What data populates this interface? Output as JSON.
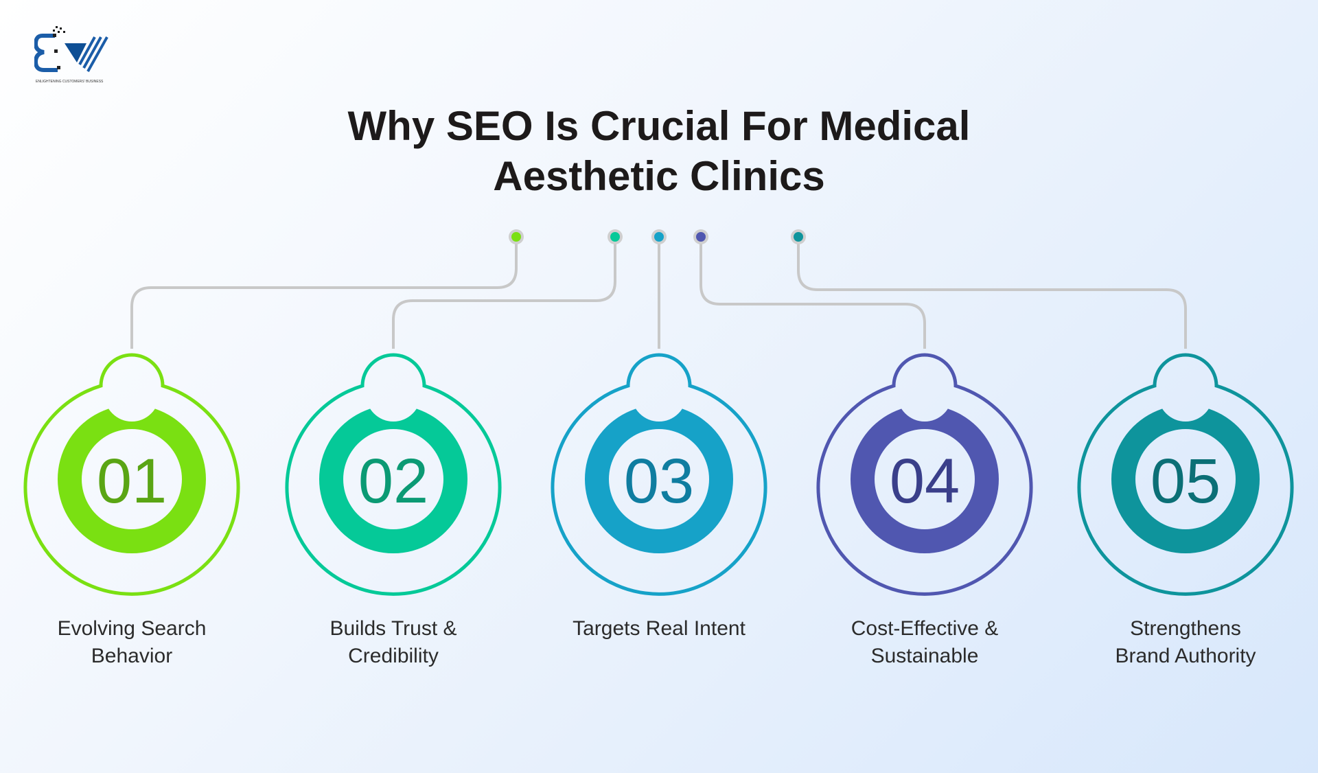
{
  "logo": {
    "tagline": "ENLIGHTENING CUSTOMERS' BUSINESS"
  },
  "title": {
    "line1": "Why SEO Is Crucial For Medical",
    "line2": "Aesthetic Clinics"
  },
  "items": [
    {
      "number": "01",
      "label_line1": "Evolving Search",
      "label_line2": "Behavior",
      "color": "#7ae012",
      "number_color": "#5aa514"
    },
    {
      "number": "02",
      "label_line1": "Builds Trust &",
      "label_line2": "Credibility",
      "color": "#05c998",
      "number_color": "#0b9a74"
    },
    {
      "number": "03",
      "label_line1": "Targets Real Intent",
      "label_line2": "",
      "color": "#16a2c8",
      "number_color": "#0f7da0"
    },
    {
      "number": "04",
      "label_line1": "Cost-Effective &",
      "label_line2": "Sustainable",
      "color": "#5057b0",
      "number_color": "#3a3f8a"
    },
    {
      "number": "05",
      "label_line1": "Strengthens",
      "label_line2": "Brand Authority",
      "color": "#0e949c",
      "number_color": "#0b6f76"
    }
  ]
}
